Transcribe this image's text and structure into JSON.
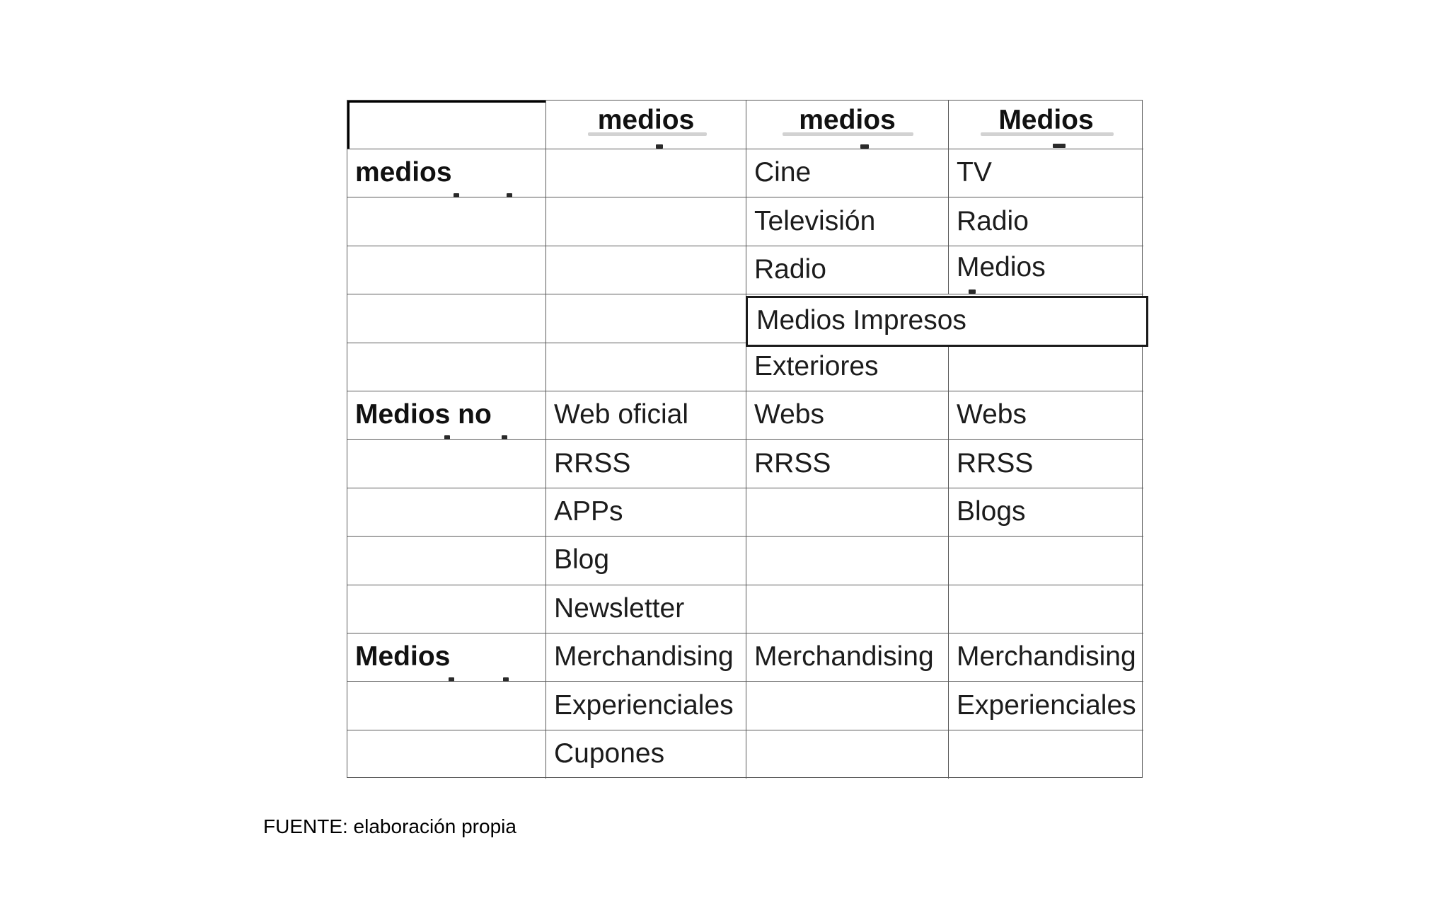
{
  "table": {
    "rows": [
      {
        "cells": [
          "",
          "medios",
          "medios",
          "Medios"
        ]
      },
      {
        "cells": [
          "medios",
          "",
          "Cine",
          "TV"
        ]
      },
      {
        "cells": [
          "",
          "",
          "Televisión",
          "Radio"
        ]
      },
      {
        "cells": [
          "",
          "",
          "Radio",
          "Medios"
        ]
      },
      {
        "cells": [
          "",
          "",
          "Medios Impresos"
        ]
      },
      {
        "cells": [
          "",
          "",
          "Exteriores",
          ""
        ]
      },
      {
        "cells": [
          "Medios no",
          "Web oficial",
          "Webs",
          "Webs"
        ]
      },
      {
        "cells": [
          "",
          "RRSS",
          "RRSS",
          "RRSS"
        ]
      },
      {
        "cells": [
          "",
          "APPs",
          "",
          "Blogs"
        ]
      },
      {
        "cells": [
          "",
          "Blog",
          "",
          ""
        ]
      },
      {
        "cells": [
          "",
          "Newsletter",
          "",
          ""
        ]
      },
      {
        "cells": [
          "Medios",
          "Merchandising",
          "Merchandising",
          "Merchandising"
        ]
      },
      {
        "cells": [
          "",
          "Experienciales",
          "",
          "Experienciales"
        ]
      },
      {
        "cells": [
          "",
          "Cupones",
          "",
          ""
        ]
      }
    ]
  },
  "footer": {
    "source_label": "FUENTE: elaboración propia"
  },
  "colors": {
    "background": "#ffffff",
    "gridline": "#5a5a5a",
    "emphasis_border": "#000000",
    "text": "#1a1a1a"
  }
}
